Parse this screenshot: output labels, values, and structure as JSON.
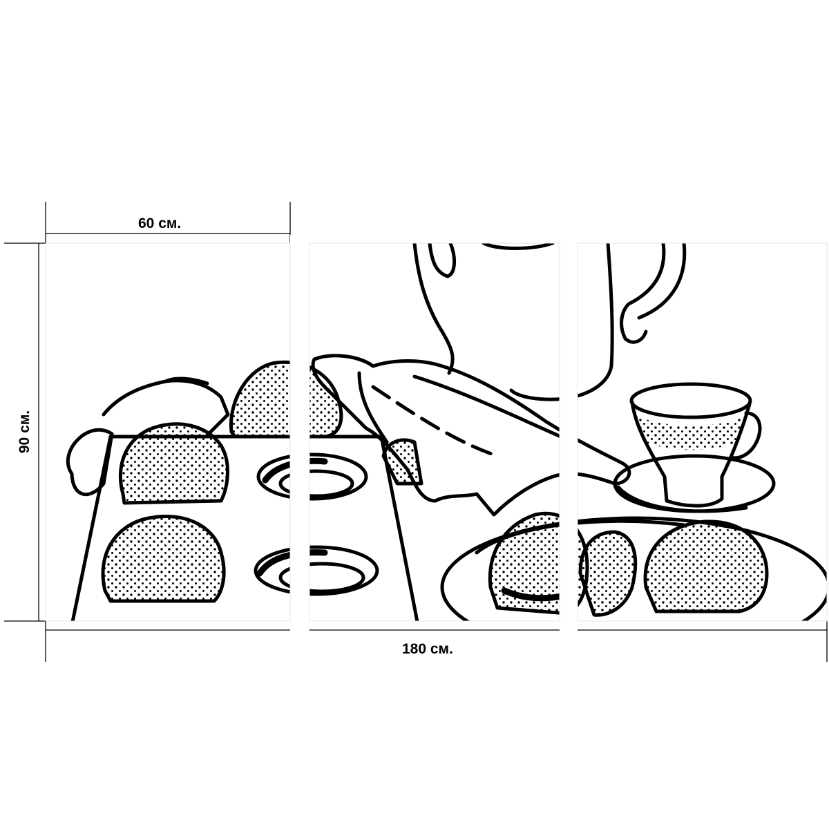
{
  "product": {
    "type": "three-panel wall art mockup",
    "artwork_subject": "line drawing of muffins in a baking tin, a napkin, a pitcher, a tea cup on a saucer and a plate of buns"
  },
  "dimensions": {
    "panel_width_label": "60 см.",
    "height_label": "90 см.",
    "total_width_label": "180 см."
  },
  "colors": {
    "ink": "#000000",
    "background": "#ffffff",
    "panel_gap": "#ffffff"
  }
}
